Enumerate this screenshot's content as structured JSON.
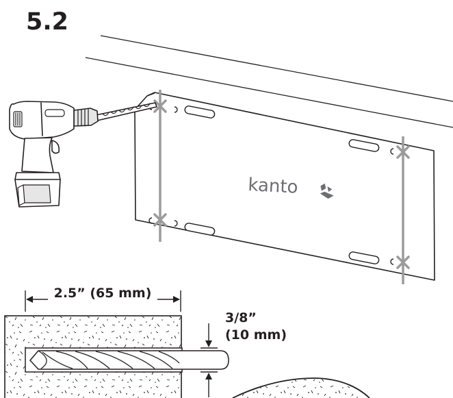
{
  "step": {
    "number": "5.2"
  },
  "bracket": {
    "brand": "kanto"
  },
  "dimensions": {
    "drill_depth": "2.5” (65 mm)",
    "bit_diameter_line1": "3/8”",
    "bit_diameter_line2": "(10 mm)"
  },
  "colors": {
    "line": "#231f20",
    "guide": "#9b9b9b",
    "brand": "#6d6e71"
  },
  "icons": [
    "drill-icon",
    "drill-bit-icon",
    "wall-bracket",
    "stud-line",
    "concrete-block"
  ]
}
